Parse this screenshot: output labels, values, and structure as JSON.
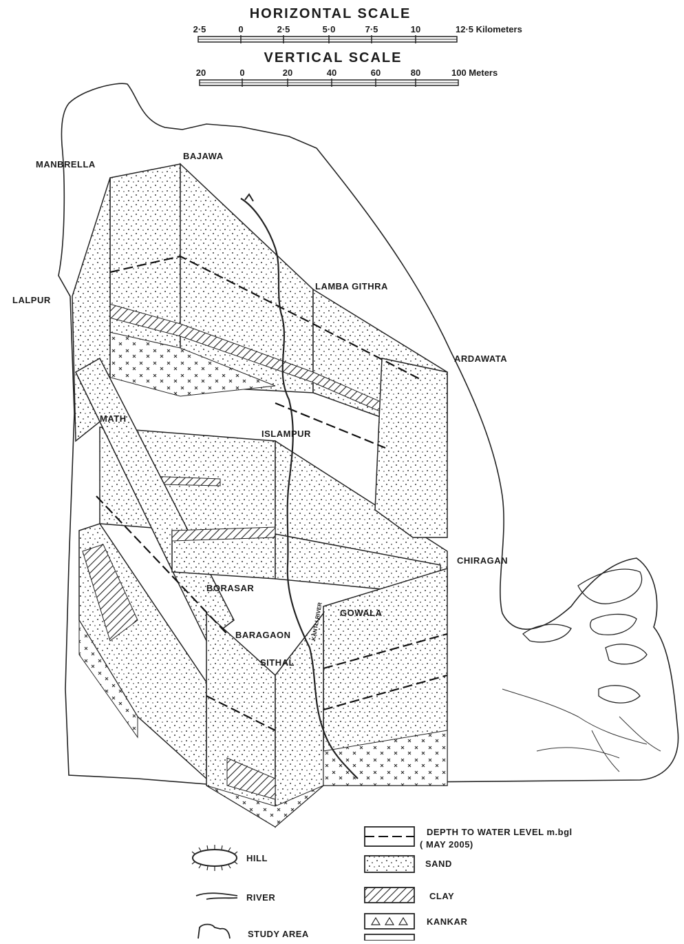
{
  "horizontal_scale": {
    "title": "HORIZONTAL SCALE",
    "ticks": [
      "2·5",
      "0",
      "2·5",
      "5·0",
      "7·5",
      "10",
      "12·5 Kilometers"
    ]
  },
  "vertical_scale": {
    "title": "VERTICAL SCALE",
    "ticks": [
      "20",
      "0",
      "20",
      "40",
      "60",
      "80",
      "100 Meters"
    ]
  },
  "places": {
    "manbrella": "MANBRELLA",
    "bajawa": "BAJAWA",
    "lalpur": "LALPUR",
    "lamba_githra": "LAMBA GITHRA",
    "ardawata": "ARDAWATA",
    "math": "MATH",
    "islampur": "ISLAMPUR",
    "chiragan": "CHIRAGAN",
    "borasar": "BORASAR",
    "gowala": "GOWALA",
    "baragaon": "BARAGAON",
    "sithal": "SITHAL",
    "river": "KANTLI RIVER"
  },
  "legend": {
    "depth": "DEPTH TO WATER LEVEL m.bgl",
    "depth_date": "( MAY 2005)",
    "sand": "SAND",
    "clay": "CLAY",
    "kankar": "KANKAR",
    "hill": "HILL",
    "river": "RIVER",
    "study_area": "STUDY AREA"
  }
}
